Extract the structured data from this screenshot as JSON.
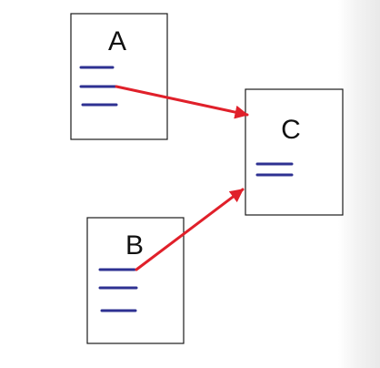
{
  "colors": {
    "line": "#2e3192",
    "arrow": "#e0202a"
  },
  "docs": {
    "a": {
      "label": "A"
    },
    "b": {
      "label": "B"
    },
    "c": {
      "label": "C"
    }
  },
  "links": [
    {
      "from": "A",
      "to": "C"
    },
    {
      "from": "B",
      "to": "C"
    }
  ]
}
